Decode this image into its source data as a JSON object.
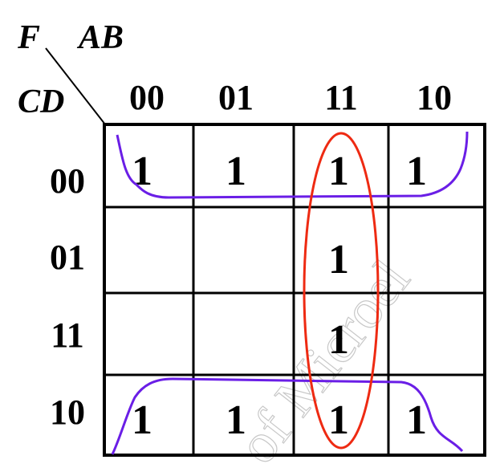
{
  "map": {
    "function_label": "F",
    "row_var_label": "CD",
    "col_var_label": "AB",
    "col_headers": [
      "00",
      "01",
      "11",
      "10"
    ],
    "row_headers": [
      "00",
      "01",
      "11",
      "10"
    ],
    "cells": [
      [
        "1",
        "1",
        "1",
        "1"
      ],
      [
        "",
        "",
        "1",
        ""
      ],
      [
        "",
        "",
        "1",
        ""
      ],
      [
        "1",
        "1",
        "1",
        "1"
      ]
    ]
  },
  "groups": [
    {
      "shape": "loop-top-row",
      "color": "#6a1ee6"
    },
    {
      "shape": "loop-bottom-row",
      "color": "#6a1ee6"
    },
    {
      "shape": "ellipse-column-11",
      "color": "#ee2a12"
    }
  ],
  "watermark": {
    "text": "of Microel",
    "color": "#c8c8c8"
  }
}
